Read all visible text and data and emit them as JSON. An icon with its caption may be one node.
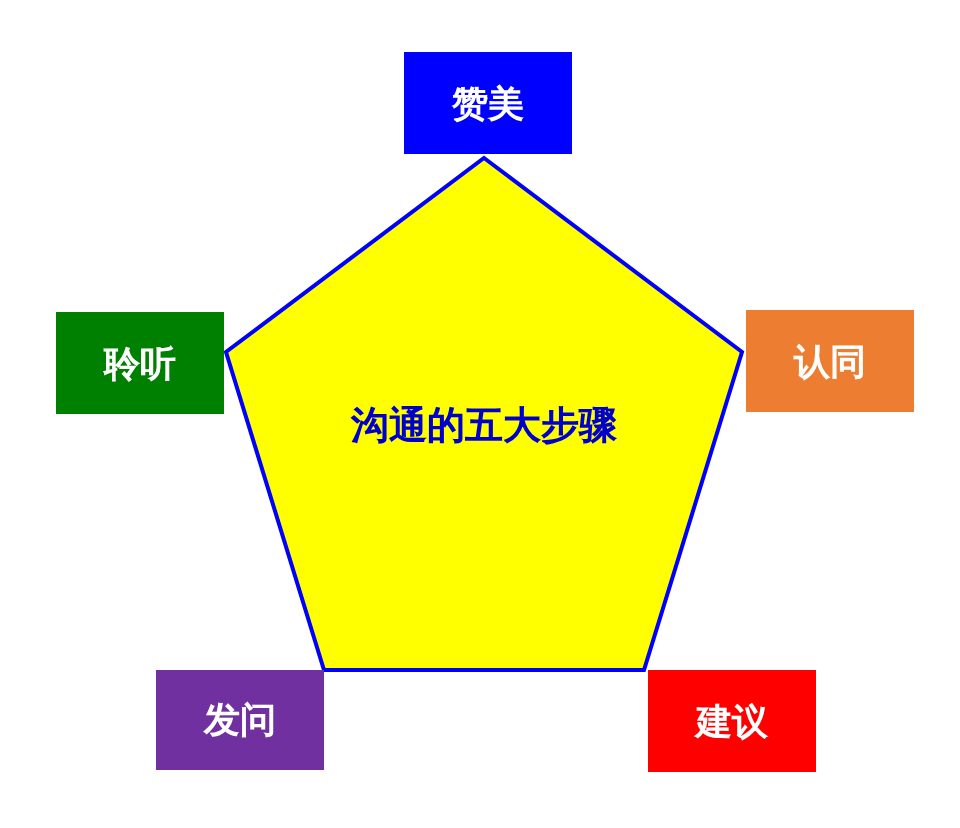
{
  "diagram": {
    "nodes": [
      {
        "text": [
          "沟通的五大步骤"
        ]
      },
      {
        "text": [
          "赞美"
        ]
      },
      {
        "text": [
          "认同"
        ]
      },
      {
        "text": [
          "建议"
        ]
      },
      {
        "text": [
          "发问"
        ]
      },
      {
        "text": [
          "聆听"
        ]
      }
    ]
  }
}
